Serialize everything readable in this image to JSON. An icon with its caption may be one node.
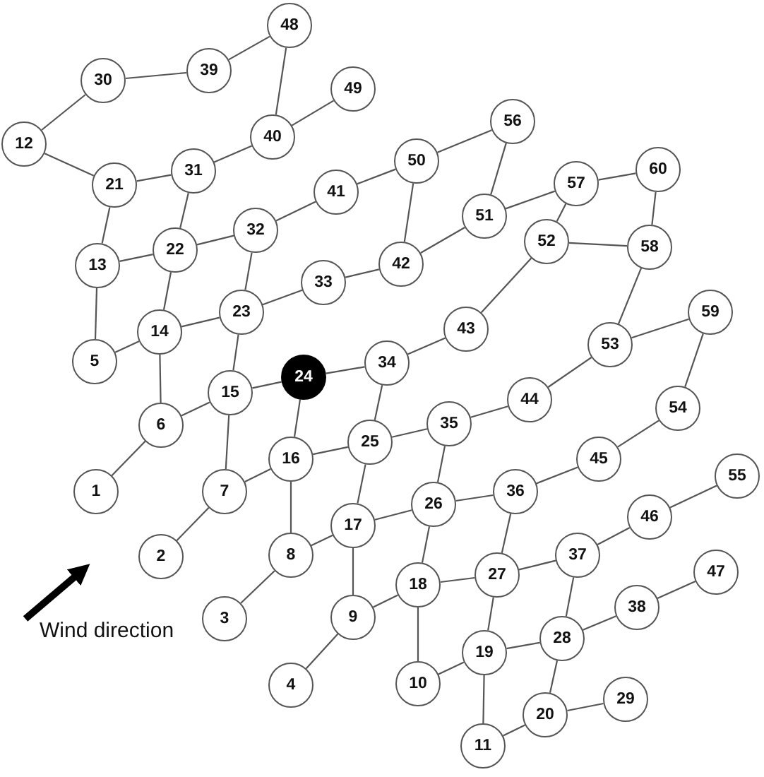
{
  "diagram": {
    "nodes": [
      {
        "text": [
          "48"
        ]
      },
      {
        "text": [
          "39"
        ]
      },
      {
        "text": [
          "30"
        ]
      },
      {
        "text": [
          "49"
        ]
      },
      {
        "text": [
          "56"
        ]
      },
      {
        "text": [
          "40"
        ]
      },
      {
        "text": [
          "12"
        ]
      },
      {
        "text": [
          "50"
        ]
      },
      {
        "text": [
          "60"
        ]
      },
      {
        "text": [
          "31"
        ]
      },
      {
        "text": [
          "57"
        ]
      },
      {
        "text": [
          "21"
        ]
      },
      {
        "text": [
          "41"
        ]
      },
      {
        "text": [
          "51"
        ]
      },
      {
        "text": [
          "32"
        ]
      },
      {
        "text": [
          "52"
        ]
      },
      {
        "text": [
          "58"
        ]
      },
      {
        "text": [
          "22"
        ]
      },
      {
        "text": [
          "42"
        ]
      },
      {
        "text": [
          "13"
        ]
      },
      {
        "text": [
          "33"
        ]
      },
      {
        "text": [
          "59"
        ]
      },
      {
        "text": [
          "23"
        ]
      },
      {
        "text": [
          "43"
        ]
      },
      {
        "text": [
          "14"
        ]
      },
      {
        "text": [
          "53"
        ]
      },
      {
        "text": [
          "5"
        ]
      },
      {
        "text": [
          "34"
        ]
      },
      {
        "text": [
          "24"
        ]
      },
      {
        "text": [
          "15"
        ]
      },
      {
        "text": [
          "44"
        ]
      },
      {
        "text": [
          "54"
        ]
      },
      {
        "text": [
          "35"
        ]
      },
      {
        "text": [
          "6"
        ]
      },
      {
        "text": [
          "25"
        ]
      },
      {
        "text": [
          "45"
        ]
      },
      {
        "text": [
          "16"
        ]
      },
      {
        "text": [
          "55"
        ]
      },
      {
        "text": [
          "1"
        ]
      },
      {
        "text": [
          "7"
        ]
      },
      {
        "text": [
          "36"
        ]
      },
      {
        "text": [
          "26"
        ]
      },
      {
        "text": [
          "46"
        ]
      },
      {
        "text": [
          "17"
        ]
      },
      {
        "text": [
          "2"
        ]
      },
      {
        "text": [
          "8"
        ]
      },
      {
        "text": [
          "37"
        ]
      },
      {
        "text": [
          "47"
        ]
      },
      {
        "text": [
          "27"
        ]
      },
      {
        "text": [
          "18"
        ]
      },
      {
        "text": [
          "38"
        ]
      },
      {
        "text": [
          "3"
        ]
      },
      {
        "text": [
          "9"
        ]
      },
      {
        "text": [
          "28"
        ]
      },
      {
        "text": [
          "19"
        ]
      },
      {
        "text": [
          "10"
        ]
      },
      {
        "text": [
          "4"
        ]
      },
      {
        "text": [
          "29"
        ]
      },
      {
        "text": [
          "20"
        ]
      },
      {
        "text": [
          "11"
        ]
      }
    ],
    "edges": [
      {
        "from": 6,
        "to": 2,
        "arrow": "none"
      },
      {
        "from": 2,
        "to": 1,
        "arrow": "none"
      },
      {
        "from": 1,
        "to": 0,
        "arrow": "none"
      },
      {
        "from": 0,
        "to": 5,
        "arrow": "none"
      },
      {
        "from": 5,
        "to": 3,
        "arrow": "none"
      },
      {
        "from": 6,
        "to": 11,
        "arrow": "none"
      },
      {
        "from": 11,
        "to": 9,
        "arrow": "none"
      },
      {
        "from": 9,
        "to": 5,
        "arrow": "none"
      },
      {
        "from": 11,
        "to": 19,
        "arrow": "none"
      },
      {
        "from": 9,
        "to": 17,
        "arrow": "none"
      },
      {
        "from": 19,
        "to": 17,
        "arrow": "none"
      },
      {
        "from": 17,
        "to": 14,
        "arrow": "none"
      },
      {
        "from": 14,
        "to": 12,
        "arrow": "none"
      },
      {
        "from": 12,
        "to": 7,
        "arrow": "none"
      },
      {
        "from": 7,
        "to": 4,
        "arrow": "none"
      },
      {
        "from": 4,
        "to": 13,
        "arrow": "none"
      },
      {
        "from": 7,
        "to": 18,
        "arrow": "none"
      },
      {
        "from": 13,
        "to": 10,
        "arrow": "none"
      },
      {
        "from": 10,
        "to": 8,
        "arrow": "none"
      },
      {
        "from": 18,
        "to": 13,
        "arrow": "none"
      },
      {
        "from": 19,
        "to": 26,
        "arrow": "none"
      },
      {
        "from": 17,
        "to": 24,
        "arrow": "none"
      },
      {
        "from": 14,
        "to": 22,
        "arrow": "none"
      },
      {
        "from": 22,
        "to": 20,
        "arrow": "none"
      },
      {
        "from": 20,
        "to": 18,
        "arrow": "none"
      },
      {
        "from": 10,
        "to": 15,
        "arrow": "none"
      },
      {
        "from": 8,
        "to": 16,
        "arrow": "none"
      },
      {
        "from": 15,
        "to": 16,
        "arrow": "none"
      },
      {
        "from": 24,
        "to": 22,
        "arrow": "none"
      },
      {
        "from": 26,
        "to": 24,
        "arrow": "none"
      },
      {
        "from": 24,
        "to": 33,
        "arrow": "none"
      },
      {
        "from": 22,
        "to": 29,
        "arrow": "none"
      },
      {
        "from": 29,
        "to": 28,
        "arrow": "none"
      },
      {
        "from": 28,
        "to": 27,
        "arrow": "none"
      },
      {
        "from": 27,
        "to": 23,
        "arrow": "none"
      },
      {
        "from": 23,
        "to": 15,
        "arrow": "none"
      },
      {
        "from": 16,
        "to": 25,
        "arrow": "none"
      },
      {
        "from": 25,
        "to": 21,
        "arrow": "none"
      },
      {
        "from": 21,
        "to": 31,
        "arrow": "none"
      },
      {
        "from": 25,
        "to": 30,
        "arrow": "none"
      },
      {
        "from": 30,
        "to": 32,
        "arrow": "none"
      },
      {
        "from": 32,
        "to": 34,
        "arrow": "none"
      },
      {
        "from": 27,
        "to": 34,
        "arrow": "none"
      },
      {
        "from": 34,
        "to": 36,
        "arrow": "none"
      },
      {
        "from": 36,
        "to": 28,
        "arrow": "none"
      },
      {
        "from": 33,
        "to": 29,
        "arrow": "none"
      },
      {
        "from": 38,
        "to": 33,
        "arrow": "none"
      },
      {
        "from": 29,
        "to": 39,
        "arrow": "none"
      },
      {
        "from": 39,
        "to": 36,
        "arrow": "none"
      },
      {
        "from": 36,
        "to": 45,
        "arrow": "none"
      },
      {
        "from": 39,
        "to": 44,
        "arrow": "none"
      },
      {
        "from": 45,
        "to": 51,
        "arrow": "none"
      },
      {
        "from": 45,
        "to": 43,
        "arrow": "none"
      },
      {
        "from": 43,
        "to": 34,
        "arrow": "none"
      },
      {
        "from": 43,
        "to": 41,
        "arrow": "none"
      },
      {
        "from": 41,
        "to": 32,
        "arrow": "none"
      },
      {
        "from": 41,
        "to": 40,
        "arrow": "none"
      },
      {
        "from": 40,
        "to": 35,
        "arrow": "none"
      },
      {
        "from": 35,
        "to": 31,
        "arrow": "none"
      },
      {
        "from": 43,
        "to": 52,
        "arrow": "none"
      },
      {
        "from": 52,
        "to": 56,
        "arrow": "none"
      },
      {
        "from": 52,
        "to": 49,
        "arrow": "none"
      },
      {
        "from": 49,
        "to": 41,
        "arrow": "none"
      },
      {
        "from": 49,
        "to": 48,
        "arrow": "none"
      },
      {
        "from": 48,
        "to": 40,
        "arrow": "none"
      },
      {
        "from": 48,
        "to": 46,
        "arrow": "none"
      },
      {
        "from": 46,
        "to": 42,
        "arrow": "none"
      },
      {
        "from": 42,
        "to": 37,
        "arrow": "none"
      },
      {
        "from": 46,
        "to": 53,
        "arrow": "none"
      },
      {
        "from": 48,
        "to": 54,
        "arrow": "none"
      },
      {
        "from": 49,
        "to": 55,
        "arrow": "none"
      },
      {
        "from": 55,
        "to": 54,
        "arrow": "none"
      },
      {
        "from": 54,
        "to": 53,
        "arrow": "none"
      },
      {
        "from": 53,
        "to": 50,
        "arrow": "none"
      },
      {
        "from": 50,
        "to": 47,
        "arrow": "none"
      },
      {
        "from": 53,
        "to": 58,
        "arrow": "none"
      },
      {
        "from": 58,
        "to": 57,
        "arrow": "none"
      },
      {
        "from": 58,
        "to": 59,
        "arrow": "none"
      },
      {
        "from": 59,
        "to": 54,
        "arrow": "none"
      }
    ],
    "labels": [
      "Wind direction"
    ]
  }
}
